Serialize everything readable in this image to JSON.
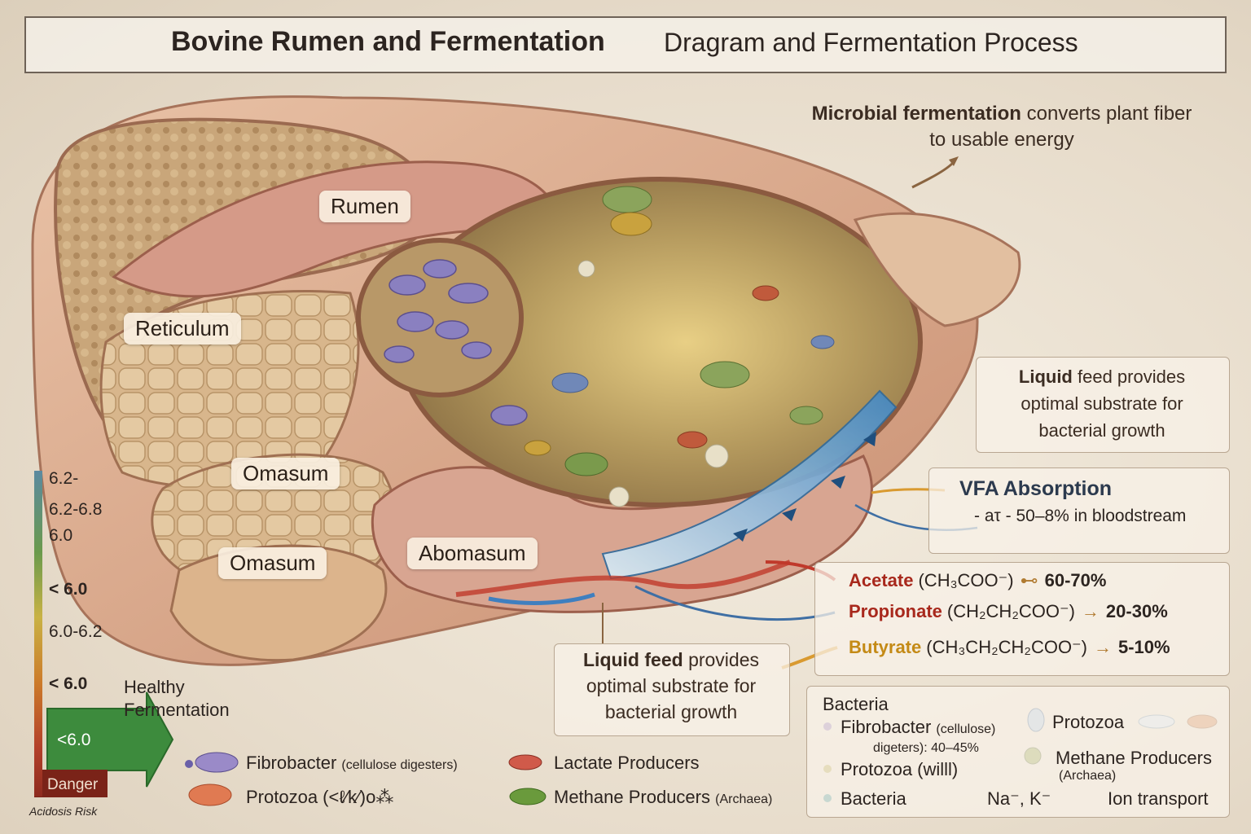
{
  "title": {
    "main": "Bovine Rumen and Fermentation",
    "sub": "Dragram and Fermentation Process"
  },
  "organs": {
    "rumen": "Rumen",
    "reticulum": "Reticulum",
    "omasum_1": "Omasum",
    "omasum_2": "Omasum",
    "abomasum": "Abomasum"
  },
  "microbial_note": {
    "bold": "Microbial fermentation",
    "rest": "converts plant fiber",
    "line2": "to usable energy"
  },
  "liquid_feed_top": {
    "bold": "Liquid",
    "line1_rest": "feed provides",
    "line2": "optimal substrate for",
    "line3": "bacterial growth"
  },
  "vfa": {
    "title": "VFA Absorption",
    "detail": "- aτ - 50–8% in bloodstream"
  },
  "acids": [
    {
      "name": "Acetate",
      "formula": "(CH₃COO⁻)",
      "arrow": "⊷",
      "value": "60-70%",
      "color": "#a8281c"
    },
    {
      "name": "Propionate",
      "formula": "(CH₂CH₂COO⁻)",
      "arrow": "→",
      "value": "20-30%",
      "color": "#a8281c"
    },
    {
      "name": "Butyrate",
      "formula": "(CH₃CH₂CH₂COO⁻)",
      "arrow": "→",
      "value": "5-10%",
      "color": "#c48a16"
    }
  ],
  "liquid_feed_bottom": {
    "bold": "Liquid feed",
    "line1_rest": "provides",
    "line2": "optimal substrate for",
    "line3": "bacterial growth"
  },
  "ph_scale": {
    "labels": [
      "6.2-",
      "6.2-6.8",
      "6.0",
      "< 6.0",
      "6.0-6.2",
      "< 6.0"
    ],
    "arrow_value": "<6.0",
    "healthy": "Healthy\nFermentation",
    "danger": "Danger",
    "acidosis": "Acidosis Risk"
  },
  "legend_bottom": [
    {
      "text": "Fibrobacter",
      "small": "(cellulose digesters)"
    },
    {
      "text": "Lactate Producers",
      "small": ""
    },
    {
      "text": "Protozoa (<ℓ⁄k⁄)o⁂",
      "small": ""
    },
    {
      "text": "Methane Producers",
      "small": "(Archaea)"
    }
  ],
  "bacteria_panel": {
    "title": "Bacteria",
    "fibrobacter": "Fibrobacter",
    "fibrobacter_small": "(cellulose)",
    "digesters": "digeters): 40–45%",
    "protozoa_right": "Protozoa",
    "methane": "Methane Producers",
    "methane_small": "(Archaea)",
    "protozoa_left": "Protozoa (willl)",
    "bacteria": "Bacteria",
    "ions": "Na⁻, K⁻",
    "ion_transport": "Ion transport"
  },
  "colors": {
    "rumen_wall": "#d9a98a",
    "rumen_content": "#b89a5c",
    "vfa_arrow": "#3f7fbf",
    "acid_red": "#a8281c",
    "healthy_green": "#3d8b3d"
  }
}
